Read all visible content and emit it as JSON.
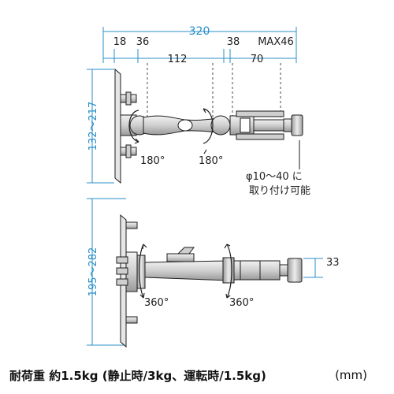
{
  "dimensions": {
    "total_width": "320",
    "d18": "18",
    "d36": "36",
    "d112": "112",
    "d38": "38",
    "max46": "MAX46",
    "d70": "70",
    "height_top": "132～217",
    "height_bottom": "195～282",
    "d33": "33"
  },
  "angles": {
    "rot1": "180°",
    "rot2": "180°",
    "rot3": "360°",
    "rot4": "360°"
  },
  "clamp_note": {
    "line1": "φ10～40 に",
    "line2": "取り付け可能"
  },
  "footer": {
    "load_text": "耐荷重  約1.5kg (静止時/3kg、運転時/1.5kg)",
    "unit": "(mm)"
  },
  "colors": {
    "dimension_line": "#2a8fc8",
    "drawing_line": "#1e1e1e",
    "metal_shade": "#d4d4d4"
  }
}
